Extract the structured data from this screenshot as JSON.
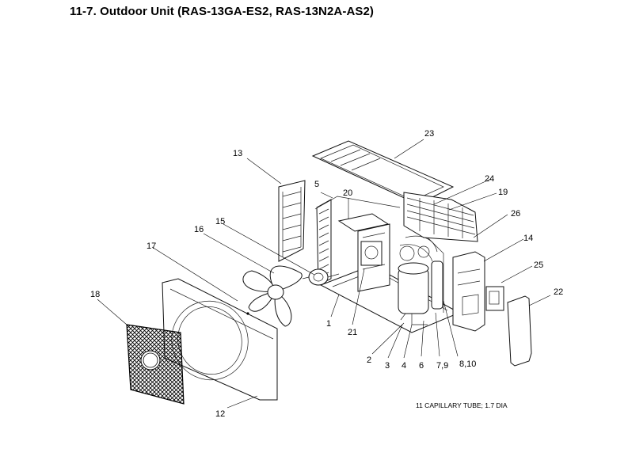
{
  "title": "11-7. Outdoor Unit  (RAS-13GA-ES2, RAS-13N2A-AS2)",
  "note": "11  CAPILLARY TUBE; 1.7 DIA",
  "callouts": {
    "p1": "1",
    "p2": "2",
    "p3": "3",
    "p4": "4",
    "p5": "5",
    "p6": "6",
    "p7_9": "7,9",
    "p8_10": "8,10",
    "p12": "12",
    "p13": "13",
    "p14": "14",
    "p15": "15",
    "p16": "16",
    "p17": "17",
    "p18": "18",
    "p19": "19",
    "p20": "20",
    "p21": "21",
    "p22": "22",
    "p23": "23",
    "p24": "24",
    "p25": "25",
    "p26": "26"
  }
}
